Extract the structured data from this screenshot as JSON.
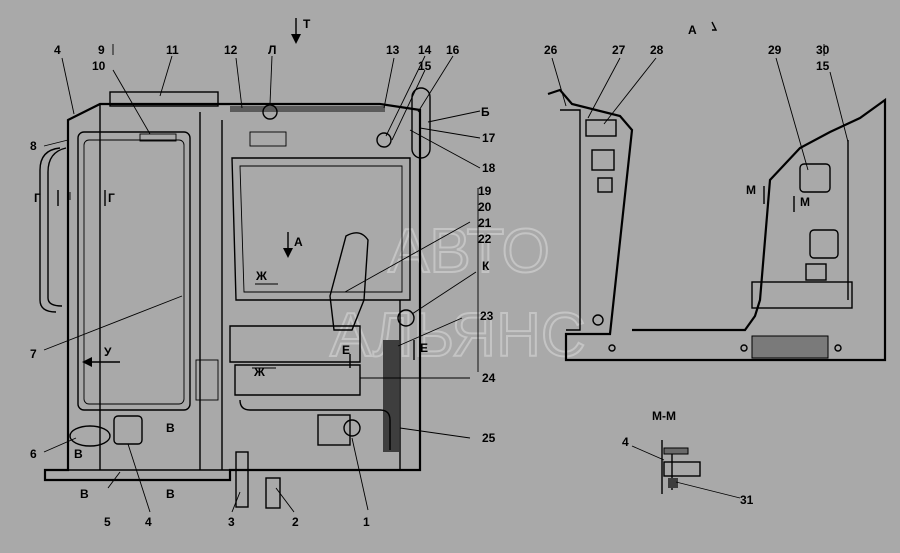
{
  "watermark": {
    "line1": "АВТО",
    "line2": "АЛЬЯНС"
  },
  "view_labels": {
    "view_T": "Т",
    "view_A_title": "А",
    "view_A_arrow": "А",
    "view_L": "Л",
    "view_G_left": "Г",
    "view_G_right": "Г",
    "view_U": "У",
    "view_Zh_top": "Ж",
    "view_Zh_bottom": "Ж",
    "view_E_left": "Е",
    "view_E_right": "Е",
    "view_V_1": "В",
    "view_V_2": "В",
    "view_V_3": "В",
    "view_V_4": "В",
    "view_B": "Б",
    "view_K": "К",
    "view_M_1": "М",
    "view_M_2": "М",
    "section_MM": "М-М"
  },
  "callouts": [
    "1",
    "2",
    "3",
    "4",
    "5",
    "6",
    "7",
    "8",
    "9",
    "10",
    "11",
    "12",
    "13",
    "14",
    "15",
    "16",
    "17",
    "18",
    "19",
    "20",
    "21",
    "22",
    "23",
    "24",
    "25",
    "26",
    "27",
    "28",
    "29",
    "30",
    "15",
    "4",
    "4",
    "31"
  ]
}
